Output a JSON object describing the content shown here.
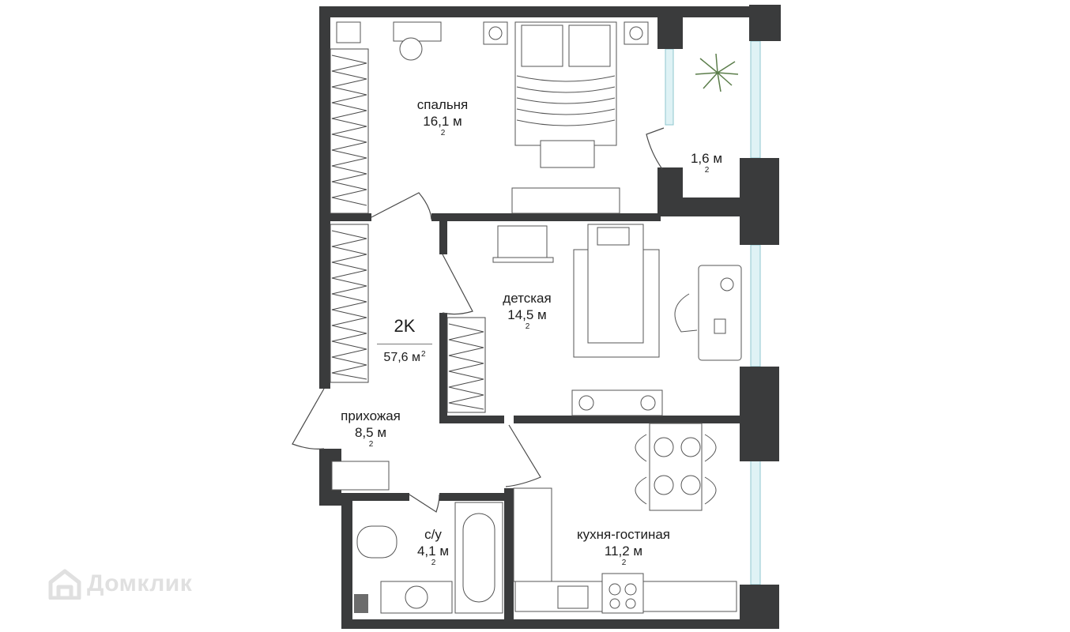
{
  "colors": {
    "wall": "#3a3b3c",
    "furniture": "#555555",
    "window": "#dff2f5",
    "watermark": "#e0e0e0"
  },
  "apartment": {
    "type": "2K",
    "total_area": "57,6 м",
    "unit_sup": "2"
  },
  "rooms": [
    {
      "name": "спальня",
      "area": "16,1 м"
    },
    {
      "name": "",
      "area": "1,6 м"
    },
    {
      "name": "детская",
      "area": "14,5 м"
    },
    {
      "name": "прихожая",
      "area": "8,5 м"
    },
    {
      "name": "с/у",
      "area": "4,1 м"
    },
    {
      "name": "кухня-гостиная",
      "area": "11,2 м"
    }
  ],
  "watermark": {
    "text": "Домклик",
    "icon": "house-logo-icon"
  }
}
